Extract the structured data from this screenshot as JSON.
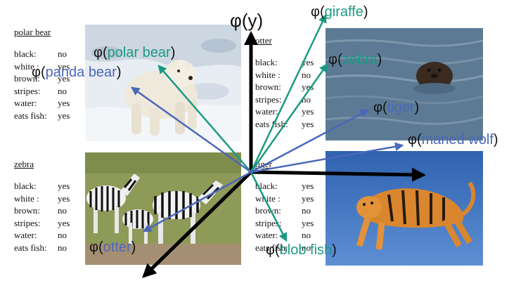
{
  "axis": {
    "y_label": "φ(y)"
  },
  "colors": {
    "teal": "#1a9a82",
    "blue": "#4a68b8",
    "black": "#000000"
  },
  "animals": {
    "polar_bear": {
      "title": "polar bear",
      "attributes": [
        {
          "k": "black:",
          "v": "no"
        },
        {
          "k": "white :",
          "v": "yes"
        },
        {
          "k": "brown:",
          "v": "yes"
        },
        {
          "k": "stripes:",
          "v": "no"
        },
        {
          "k": "water:",
          "v": "yes"
        },
        {
          "k": "eats fish:",
          "v": "yes"
        }
      ]
    },
    "otter": {
      "title": "otter",
      "attributes": [
        {
          "k": "black:",
          "v": "yes"
        },
        {
          "k": "white :",
          "v": "no"
        },
        {
          "k": "brown:",
          "v": "yes"
        },
        {
          "k": "stripes:",
          "v": "no"
        },
        {
          "k": "water:",
          "v": "yes"
        },
        {
          "k": "eats fish:",
          "v": "yes"
        }
      ]
    },
    "zebra": {
      "title": "zebra",
      "attributes": [
        {
          "k": "black:",
          "v": "yes"
        },
        {
          "k": "white :",
          "v": "yes"
        },
        {
          "k": "brown:",
          "v": "no"
        },
        {
          "k": "stripes:",
          "v": "yes"
        },
        {
          "k": "water:",
          "v": "no"
        },
        {
          "k": "eats fish:",
          "v": "no"
        }
      ]
    },
    "tiger": {
      "title": "tiger",
      "attributes": [
        {
          "k": "black:",
          "v": "yes"
        },
        {
          "k": "white :",
          "v": "yes"
        },
        {
          "k": "brown:",
          "v": "no"
        },
        {
          "k": "stripes:",
          "v": "yes"
        },
        {
          "k": "water:",
          "v": "no"
        },
        {
          "k": "eats fish:",
          "v": "no"
        }
      ]
    }
  },
  "vectors": {
    "giraffe": "giraffe",
    "polar_bear": "polar bear",
    "panda_bear": "panda bear",
    "zebra": "zebra",
    "tiger": "tiger",
    "maned_wolf": "maned wolf",
    "otter": "otter",
    "blob_fish": "blob fish"
  }
}
